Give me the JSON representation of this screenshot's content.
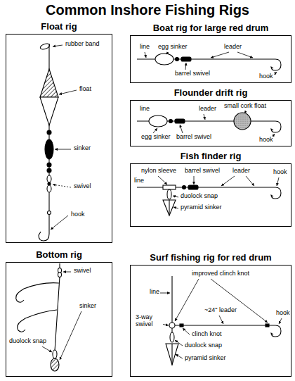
{
  "diagram": {
    "title": "Common Inshore Fishing Rigs",
    "nodes": [
      {
        "text": [
          "Float rig"
        ]
      },
      {
        "text": [
          "Boat rig for large red drum"
        ]
      },
      {
        "text": [
          "Flounder drift rig"
        ]
      },
      {
        "text": [
          "Fish finder rig"
        ]
      },
      {
        "text": [
          "Bottom rig"
        ]
      },
      {
        "text": [
          "Surf fishing rig for red drum"
        ]
      }
    ],
    "labels": [
      "rubber band",
      "float",
      "sinker",
      "swivel",
      "hook",
      "line",
      "egg sinker",
      "leader",
      "barrel swivel",
      "hook",
      "line",
      "leader",
      "small cork float",
      "egg sinker",
      "barrel swivel",
      "hook",
      "nylon sleeve",
      "barrel swivel",
      "leader",
      "hook",
      "line",
      "duolock snap",
      "pyramid sinker",
      "swivel",
      "sinker",
      "duolock snap",
      "improved clinch knot",
      "line",
      "~24\" leader",
      "hook",
      "3-way swivel",
      "clinch knot",
      "duolock snap",
      "pyramid sinker"
    ]
  }
}
